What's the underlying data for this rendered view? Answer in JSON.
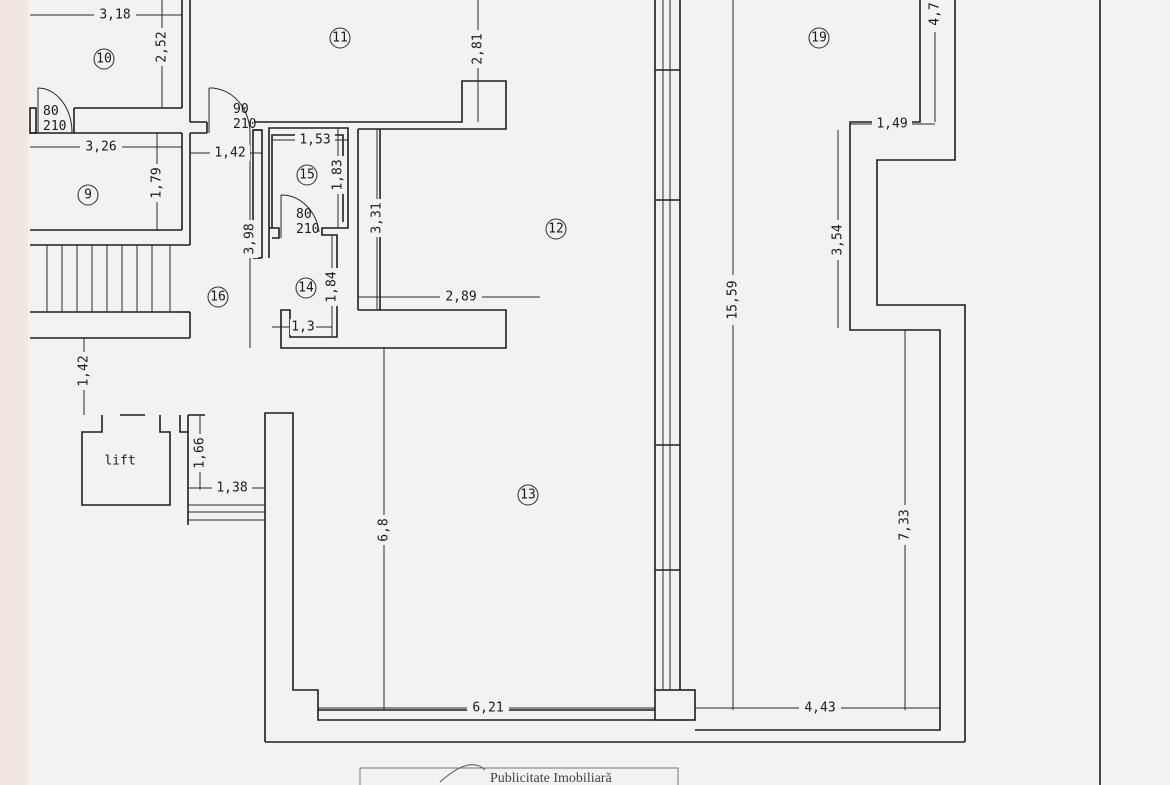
{
  "rooms": {
    "r9": "9",
    "r10": "10",
    "r11": "11",
    "r12": "12",
    "r13": "13",
    "r14": "14",
    "r15": "15",
    "r16": "16",
    "r19": "19",
    "lift": "lift"
  },
  "doors": [
    {
      "width": "80",
      "height": "210"
    },
    {
      "width": "90",
      "height": "210"
    },
    {
      "width": "80",
      "height": "210"
    }
  ],
  "dimensions": {
    "d318": "3,18",
    "d252": "2,52",
    "d326": "3,26",
    "d179": "1,79",
    "d142h": "1,42",
    "d142v": "1,42",
    "d153": "1,53",
    "d183": "1,83",
    "d398": "3,98",
    "d331": "3,31",
    "d289": "2,89",
    "d184": "1,84",
    "d13": "1,3",
    "d281": "2,81",
    "d166": "1,66",
    "d138": "1,38",
    "d68": "6,8",
    "d1559": "15,59",
    "d733": "7,33",
    "d354": "3,54",
    "d149": "1,49",
    "d47": "4,7",
    "d621": "6,21",
    "d443": "4,43"
  },
  "stamp": {
    "text": "Publicitate Imobiliară"
  },
  "colors": {
    "paper": "#f3f2f0",
    "edge": "#f2e6e2",
    "ink": "#1e1e1e"
  }
}
